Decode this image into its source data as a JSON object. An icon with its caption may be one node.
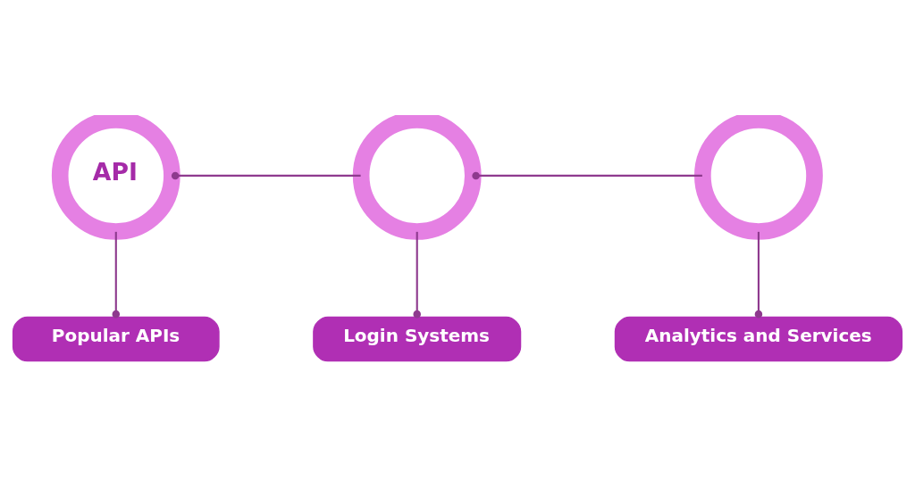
{
  "diagram": {
    "nodes": [
      {
        "text": [
          "API"
        ]
      },
      {
        "text": [],
        "shape": "circle"
      },
      {
        "text": [],
        "shape": "circle"
      },
      {
        "text": [
          "Popular APIs"
        ]
      },
      {
        "text": [
          "Login Systems"
        ]
      },
      {
        "text": [
          "Analytics and Services"
        ]
      }
    ],
    "edges": [
      {
        "from": 1,
        "to": 0,
        "arrow": "other"
      },
      {
        "from": 2,
        "to": 1,
        "arrow": "other"
      },
      {
        "from": 0,
        "to": 3,
        "arrow": "other"
      },
      {
        "from": 1,
        "to": 4,
        "arrow": "other"
      },
      {
        "from": 2,
        "to": 5,
        "arrow": "other"
      }
    ]
  }
}
